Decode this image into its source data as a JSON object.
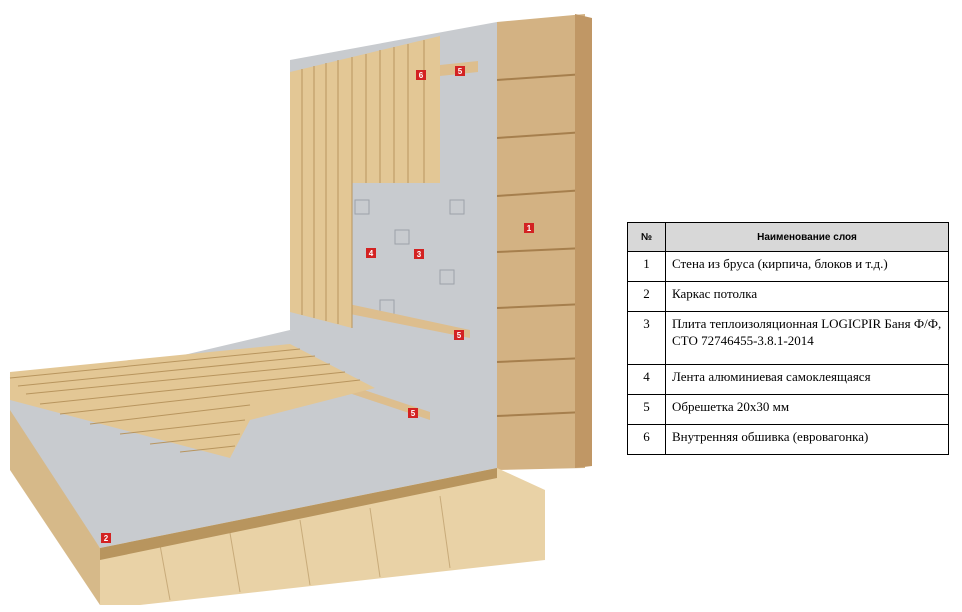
{
  "diagram": {
    "markers": {
      "wall": "1",
      "ceiling_frame": "2",
      "insulation": "3",
      "tape": "4",
      "batten_top": "5",
      "batten_mid": "5",
      "batten_floor": "5",
      "cladding": "6"
    },
    "colors": {
      "log": "#d9b98a",
      "log_dark": "#b8915e",
      "foil": "#c9ccd0",
      "pine": "#e6cc9b",
      "marker": "#d32222"
    }
  },
  "table": {
    "headers": {
      "num": "№",
      "name": "Наименование слоя"
    },
    "rows": [
      {
        "num": "1",
        "name": "Стена из бруса (кирпича, блоков и т.д.)"
      },
      {
        "num": "2",
        "name": "Каркас потолка"
      },
      {
        "num": "3",
        "name": "Плита теплоизоляционная LOGICPIR Баня Ф/Ф, СТО 72746455-3.8.1-2014"
      },
      {
        "num": "4",
        "name": "Лента алюминиевая самоклеящаяся"
      },
      {
        "num": "5",
        "name": "Обрешетка 20х30 мм"
      },
      {
        "num": "6",
        "name": "Внутренняя обшивка (евровагонка)"
      }
    ]
  }
}
